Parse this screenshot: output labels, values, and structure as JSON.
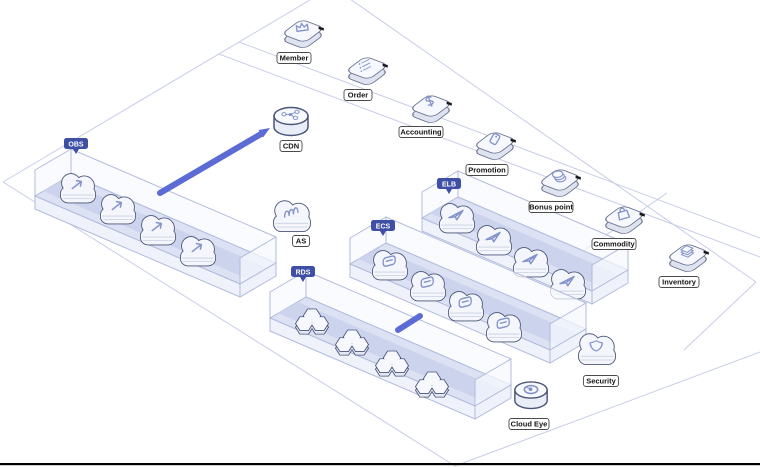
{
  "diagram": {
    "badges": {
      "obs": "OBS",
      "rds": "RDS",
      "ecs": "ECS",
      "elb": "ELB"
    },
    "labels": {
      "member": "Member",
      "order": "Order",
      "accounting": "Accounting",
      "promotion": "Promotion",
      "bonus_point": "Bonus point",
      "commodity": "Commodity",
      "inventory": "Inventory",
      "cdn": "CDN",
      "as": "AS",
      "cloud_eye": "Cloud Eye",
      "security": "Security"
    },
    "groups": {
      "obs_items": 4,
      "rds_items": 4,
      "ecs_items": 4,
      "elb_items": 4
    },
    "connections": [
      {
        "from": "OBS",
        "to": "CDN"
      },
      {
        "from": "RDS",
        "to": "ECS"
      }
    ],
    "icon_names": {
      "member": "crown-icon",
      "order": "order-list-icon",
      "accounting": "dollar-icon",
      "promotion": "price-tag-icon",
      "bonus_point": "coins-icon",
      "commodity": "shopping-bag-icon",
      "inventory": "stacked-sheets-icon",
      "cdn": "network-nodes-icon",
      "as": "autoscale-coil-icon",
      "obs": "upload-arrow-icon",
      "rds": "hexagon-cluster-icon",
      "ecs": "server-icon",
      "elb": "paper-plane-icon",
      "cloud_eye": "eye-gauge-icon",
      "security": "shield-icon"
    },
    "colors": {
      "connector": "#5c6cd4",
      "badge_bg": "#3e4fa5",
      "badge_text": "#ffffff",
      "tray_floor": "#dce1f3",
      "icon_outline": "#4a5578",
      "glyph": "#8494cb",
      "plane_line": "#c7cde6",
      "label_border": "#4a4a4a",
      "label_bg": "#ffffff",
      "bottom_bar": "#000000"
    }
  }
}
